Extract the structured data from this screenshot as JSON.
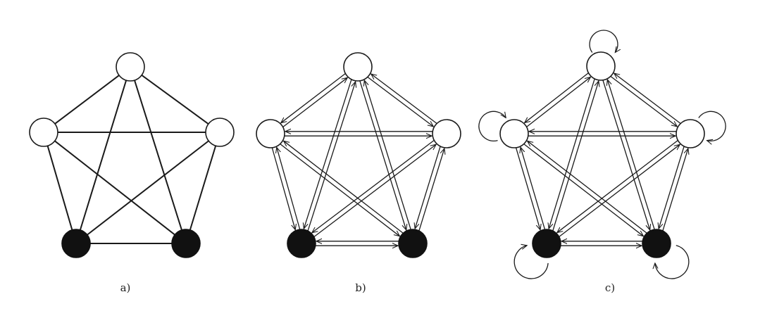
{
  "panels": [
    {
      "id": "a",
      "caption": "a)",
      "type": "undirected-complete-graph",
      "loops": false,
      "nodes": [
        {
          "id": "top",
          "fill": "white"
        },
        {
          "id": "left",
          "fill": "white"
        },
        {
          "id": "right",
          "fill": "white"
        },
        {
          "id": "bottom-left",
          "fill": "black"
        },
        {
          "id": "bottom-right",
          "fill": "black"
        }
      ]
    },
    {
      "id": "b",
      "caption": "b)",
      "type": "directed-complete-graph",
      "loops": false,
      "nodes": [
        {
          "id": "top",
          "fill": "white"
        },
        {
          "id": "left",
          "fill": "white"
        },
        {
          "id": "right",
          "fill": "white"
        },
        {
          "id": "bottom-left",
          "fill": "black"
        },
        {
          "id": "bottom-right",
          "fill": "black"
        }
      ]
    },
    {
      "id": "c",
      "caption": "c)",
      "type": "directed-complete-graph-with-self-loops",
      "loops": true,
      "nodes": [
        {
          "id": "top",
          "fill": "white"
        },
        {
          "id": "left",
          "fill": "white"
        },
        {
          "id": "right",
          "fill": "white"
        },
        {
          "id": "bottom-left",
          "fill": "black"
        },
        {
          "id": "bottom-right",
          "fill": "black"
        }
      ]
    }
  ],
  "colors": {
    "stroke": "#1a1a1a",
    "white_node": "#ffffff",
    "black_node": "#111111"
  }
}
